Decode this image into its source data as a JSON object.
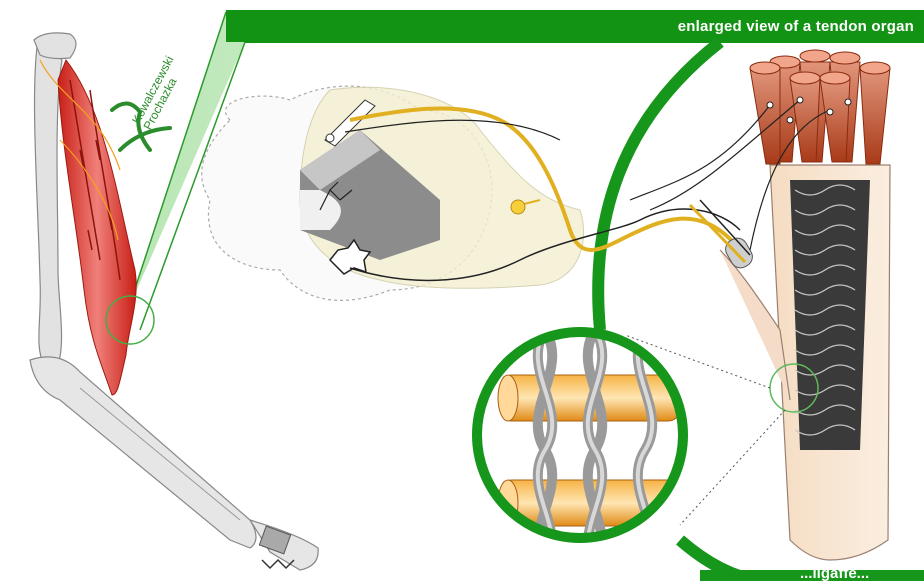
{
  "panel": {
    "title": "enlarged view of a tendon organ"
  },
  "credit": {
    "line1": "Kowalczewski",
    "line2": "Prochazka"
  },
  "bottom_fragment": "...ligaffe..."
}
